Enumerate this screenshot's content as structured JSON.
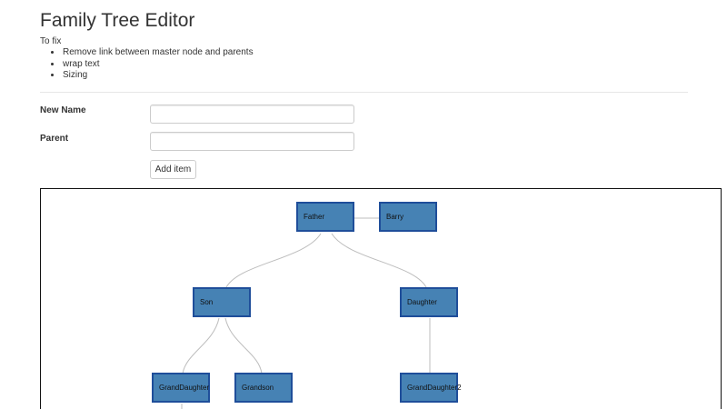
{
  "app": {
    "title": "Family Tree Editor"
  },
  "todo": {
    "label": "To fix",
    "items": [
      "Remove link between master node and parents",
      "wrap text",
      "Sizing"
    ]
  },
  "form": {
    "new_name_label": "New Name",
    "new_name_value": "",
    "parent_label": "Parent",
    "parent_value": "",
    "add_button_label": "Add item"
  },
  "tree": {
    "colors": {
      "node_fill": "#4682b4",
      "node_border": "#1f4e9a",
      "link": "#bdbdbd"
    },
    "nodes": {
      "father": "Father",
      "barry": "Barry",
      "son": "Son",
      "daughter": "Daughter",
      "granddaughter": "GrandDaughter",
      "grandson": "Grandson",
      "granddaughter2": "GrandDaughter2"
    }
  }
}
